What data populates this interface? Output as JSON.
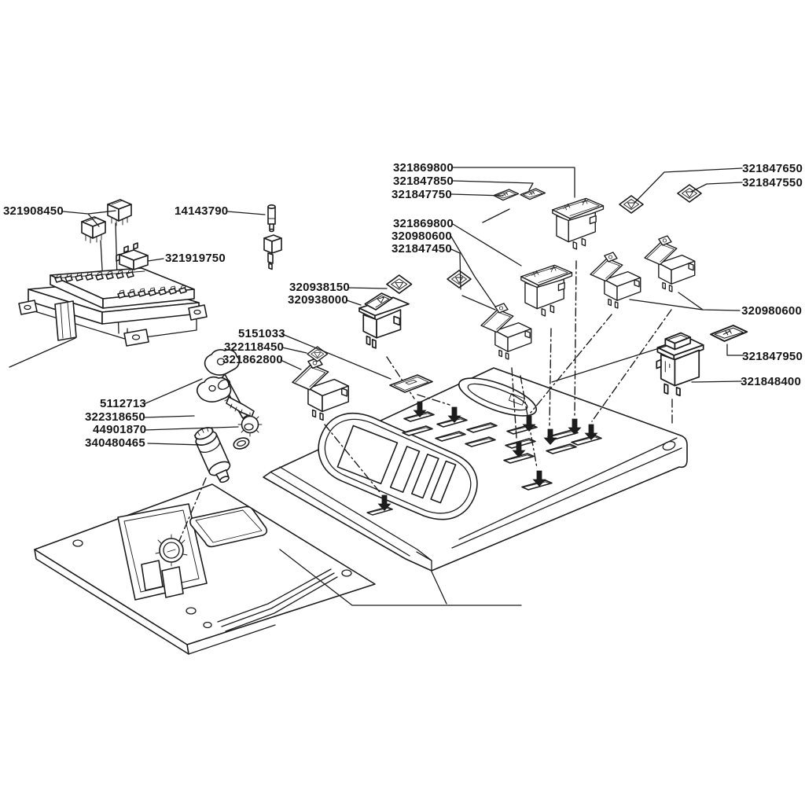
{
  "figure": {
    "type": "exploded_parts_diagram",
    "subject": "Console switch panel, fuse box and ignition switch — parts catalogue plate",
    "background_color": "#ffffff",
    "ink_color": "#1c1c1c"
  },
  "parts": {
    "relays": "321908450",
    "bulb": "14143790",
    "flasher_connector": "321919750",
    "hazard_symbol_plate": "320938150",
    "hazard_switch": "320938000",
    "blanking_plate": "5151033",
    "symbol_insert_small": "322118450",
    "rocker_switch_front": "321862800",
    "key_blank": "5112713",
    "key_set": "322318650",
    "grommet": "44901870",
    "ignition_switch": "340480465",
    "switch_double_upper": "321869800",
    "symbol_plate_upper_a": "321847850",
    "symbol_plate_upper_b": "321847750",
    "switch_double_lower": "321869800",
    "rocker_switch_mid": "320980600",
    "symbol_plate_mid": "321847450",
    "symbol_plate_right_a": "321847650",
    "symbol_plate_right_b": "321847550",
    "rocker_switch_right": "320980600",
    "cover_plate_right": "321847950",
    "push_switch_right": "321848400"
  }
}
